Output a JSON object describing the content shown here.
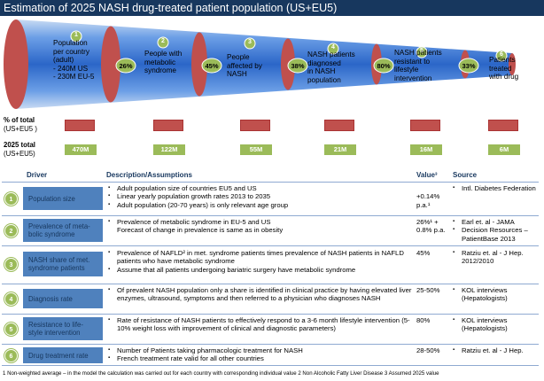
{
  "title": "Estimation of 2025 NASH drug-treated patient population (US+EU5)",
  "stages": [
    {
      "num": "1",
      "label": "Population\nper country\n(adult)\n- 240M US\n- 230M EU-5",
      "pct": ""
    },
    {
      "num": "2",
      "label": "People with\nmetabolic\nsyndrome",
      "pct": "26%"
    },
    {
      "num": "3",
      "label": "People\naffected by\nNASH",
      "pct": "45%"
    },
    {
      "num": "4",
      "label": "NASH patients\ndiagnosed\nin NASH\npopulation",
      "pct": "38%"
    },
    {
      "num": "5",
      "label": "NASH patients\nresistant to\nlifestyle\nintervention",
      "pct": "80%"
    },
    {
      "num": "6",
      "label": "Patients\ntreated\nwith drug",
      "pct": "33%"
    }
  ],
  "row_labels": {
    "pct_total_1": "% of total",
    "pct_total_2": "(US+EU5 )",
    "total_2025_1": "2025 total",
    "total_2025_2": "(US+EU5)"
  },
  "totals": [
    "470M",
    "122M",
    "55M",
    "21M",
    "16M",
    "6M"
  ],
  "headers": {
    "driver": "Driver",
    "desc": "Description/Assumptions",
    "value": "Value³",
    "source": "Source"
  },
  "drivers": [
    {
      "num": "1",
      "name": "Population size",
      "desc": [
        "Adult population size of countries EU5 and US",
        "Linear yearly population growth rates 2013 to 2035",
        "Adult population (20-70 years) is only relevant age group"
      ],
      "value": "\n+0.14%\np.a.¹",
      "source": [
        "Intl. Diabetes Federation"
      ]
    },
    {
      "num": "2",
      "name": "Prevalence of meta-\nbolic syndrome",
      "desc": [
        "Prevalence of metabolic syndrome in EU-5 and US",
        "Forecast of change in prevalence is same as in obesity"
      ],
      "value": "26%¹ +\n0.8% p.a.",
      "source": [
        "Earl et. al - JAMA",
        "Decision Resources – PatientBase 2013"
      ]
    },
    {
      "num": "3",
      "name": "NASH share of met.\nsyndrome patients",
      "desc": [
        "Prevalence of NAFLD² in met. syndrome patients times prevalence of NASH patients in NAFLD patients who have metabolic syndrome",
        "Assume that all patients undergoing bariatric surgery have metabolic syndrome"
      ],
      "value": "45%",
      "source": [
        "Ratziu et. al - J Hep. 2012/2010"
      ]
    },
    {
      "num": "4",
      "name": "Diagnosis rate",
      "desc": [
        "Of prevalent NASH population only a share is identified in clinical practice by having elevated liver enzymes, ultrasound, symptoms and then referred to a physician who diagnoses NASH"
      ],
      "value": "25-50%",
      "source": [
        "KOL interviews (Hepatologists)"
      ]
    },
    {
      "num": "5",
      "name": "Resistance to life-\nstyle intervention",
      "desc": [
        "Rate of resistance of NASH patients to effectively respond to a 3-6 month lifestyle intervention (5-10% weight loss with improvement of clinical and diagnostic parameters)"
      ],
      "value": "80%",
      "source": [
        "KOL interviews (Hepatologists)"
      ]
    },
    {
      "num": "6",
      "name": "Drug treatment rate",
      "desc": [
        "Number of Patients taking pharmacologic treatment for NASH",
        "French treatment rate valid for all other countries"
      ],
      "value": "28-50%",
      "source": [
        "Ratziu et. al - J Hep."
      ]
    }
  ],
  "footnote": "1 Non-weighted average  – in the model the calculation was carried out for each country with corresponding  individual value   2 Non Alcoholic Fatty Liver Disease 3 Assumed 2025 value",
  "colors": {
    "header_bar": "#17375e",
    "funnel_blue": "#2e6fd1",
    "ellipse_red": "#c0504d",
    "green": "#9bbb59",
    "driver_box": "#4f81bd"
  }
}
